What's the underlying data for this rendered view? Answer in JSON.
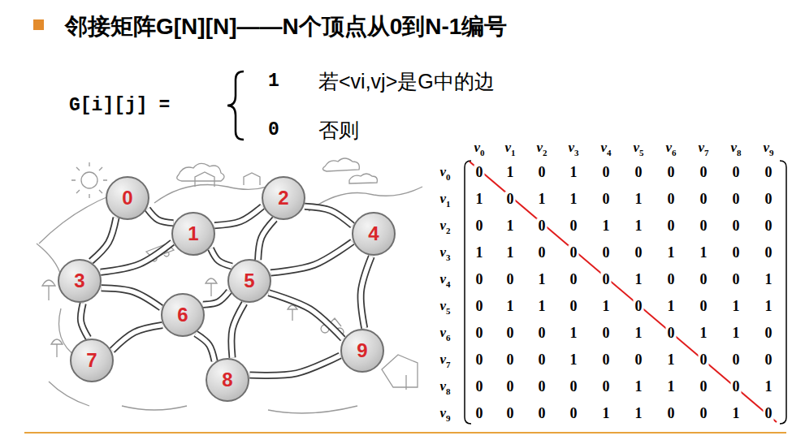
{
  "diagram": {
    "title": "邻接矩阵G[N][N]——N个顶点从0到N-1编号",
    "nodes": [
      {
        "text": [
          "0"
        ]
      },
      {
        "text": [
          "1"
        ]
      },
      {
        "text": [
          "2"
        ]
      },
      {
        "text": [
          "3"
        ]
      },
      {
        "text": [
          "4"
        ]
      },
      {
        "text": [
          "5"
        ]
      },
      {
        "text": [
          "6"
        ]
      },
      {
        "text": [
          "7"
        ]
      },
      {
        "text": [
          "8"
        ]
      },
      {
        "text": [
          "9"
        ]
      }
    ],
    "edges": [
      {
        "from": 0,
        "to": 1,
        "arrow": "none"
      },
      {
        "from": 0,
        "to": 3,
        "arrow": "none"
      },
      {
        "from": 1,
        "to": 2,
        "arrow": "none"
      },
      {
        "from": 1,
        "to": 3,
        "arrow": "none"
      },
      {
        "from": 1,
        "to": 5,
        "arrow": "none"
      },
      {
        "from": 2,
        "to": 4,
        "arrow": "none"
      },
      {
        "from": 2,
        "to": 5,
        "arrow": "none"
      },
      {
        "from": 3,
        "to": 6,
        "arrow": "none"
      },
      {
        "from": 3,
        "to": 7,
        "arrow": "none"
      },
      {
        "from": 4,
        "to": 5,
        "arrow": "none"
      },
      {
        "from": 4,
        "to": 9,
        "arrow": "none"
      },
      {
        "from": 5,
        "to": 6,
        "arrow": "none"
      },
      {
        "from": 5,
        "to": 8,
        "arrow": "none"
      },
      {
        "from": 5,
        "to": 9,
        "arrow": "none"
      },
      {
        "from": 6,
        "to": 7,
        "arrow": "none"
      },
      {
        "from": 6,
        "to": 8,
        "arrow": "none"
      },
      {
        "from": 8,
        "to": 9,
        "arrow": "none"
      }
    ],
    "labels": [
      "G[i][j] =",
      "1",
      "若<vi,vj>是G中的边",
      "0",
      "否则",
      "v0",
      "v1",
      "v2",
      "v3",
      "v4",
      "v5",
      "v6",
      "v7",
      "v8",
      "v9",
      "v0",
      "0",
      "1",
      "0",
      "1",
      "0",
      "0",
      "0",
      "0",
      "0",
      "0",
      "v1",
      "1",
      "0",
      "1",
      "1",
      "0",
      "1",
      "0",
      "0",
      "0",
      "0",
      "v2",
      "0",
      "1",
      "0",
      "0",
      "1",
      "1",
      "0",
      "0",
      "0",
      "0",
      "v3",
      "1",
      "1",
      "0",
      "0",
      "0",
      "0",
      "1",
      "1",
      "0",
      "0",
      "v4",
      "0",
      "0",
      "1",
      "0",
      "0",
      "1",
      "0",
      "0",
      "0",
      "1",
      "v5",
      "0",
      "1",
      "1",
      "0",
      "1",
      "0",
      "1",
      "0",
      "1",
      "1",
      "v6",
      "0",
      "0",
      "0",
      "1",
      "0",
      "1",
      "0",
      "1",
      "1",
      "0",
      "v7",
      "0",
      "0",
      "0",
      "1",
      "0",
      "0",
      "1",
      "0",
      "0",
      "0",
      "v8",
      "0",
      "0",
      "0",
      "0",
      "0",
      "1",
      "1",
      "0",
      "0",
      "1",
      "v9",
      "0",
      "0",
      "0",
      "0",
      "1",
      "1",
      "0",
      "0",
      "1",
      "0"
    ]
  }
}
